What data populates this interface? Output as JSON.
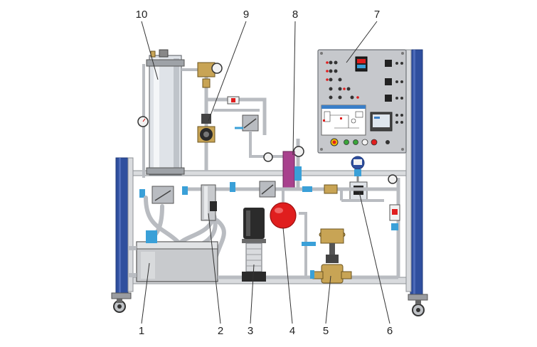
{
  "callouts": {
    "c1": "1",
    "c2": "2",
    "c3": "3",
    "c4": "4",
    "c5": "5",
    "c6": "6",
    "c7": "7",
    "c8": "8",
    "c9": "9",
    "c10": "10"
  },
  "colors": {
    "frame_blue": "#2f4f9e",
    "frame_blue_dark": "#1f3a7a",
    "pipe_gray": "#b9bcc1",
    "steel": "#d9dbde",
    "tank_gray": "#c8cacd",
    "valve_brass": "#c8a455",
    "expansion_red": "#e01e1e",
    "magenta_block": "#a8418d",
    "panel_gray": "#c6c8cc",
    "pump_black": "#2b2b2b",
    "water_blue": "#3aa0d8"
  },
  "icons": {
    "tank": "storage-tank",
    "pump": "centrifugal-pump",
    "valve": "control-valve",
    "flowmeter": "flow-meter",
    "gauge": "pressure-gauge",
    "panel": "control-panel"
  }
}
